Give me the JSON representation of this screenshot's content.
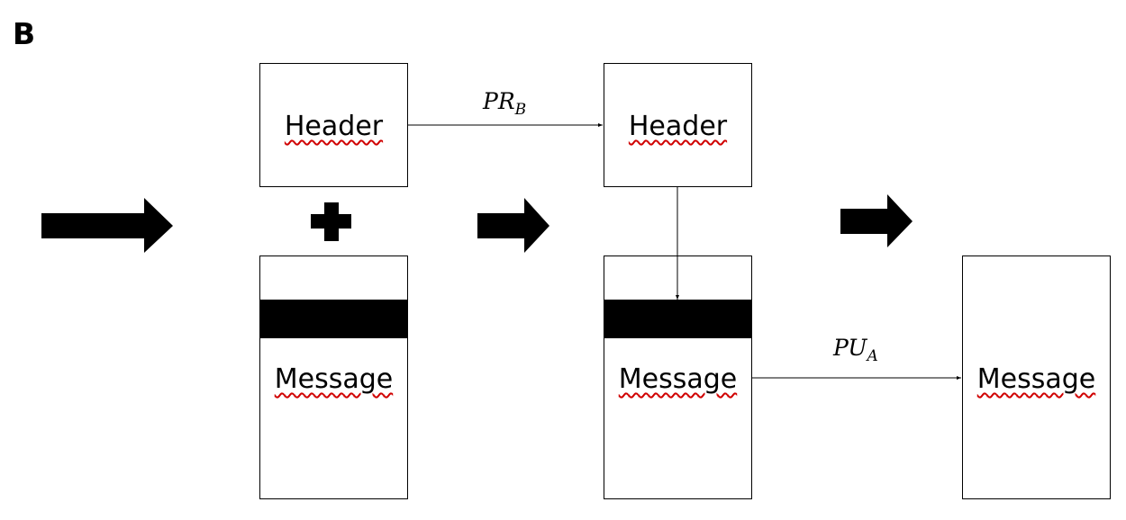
{
  "panel_label": "B",
  "labels": {
    "header": "Header",
    "message": "Message"
  },
  "edges": {
    "pr_main": "PR",
    "pr_sub": "B",
    "pu_main": "PU",
    "pu_sub": "A"
  },
  "icons": [
    "right-arrow-icon",
    "plus-icon",
    "right-arrow-icon",
    "right-arrow-icon"
  ]
}
